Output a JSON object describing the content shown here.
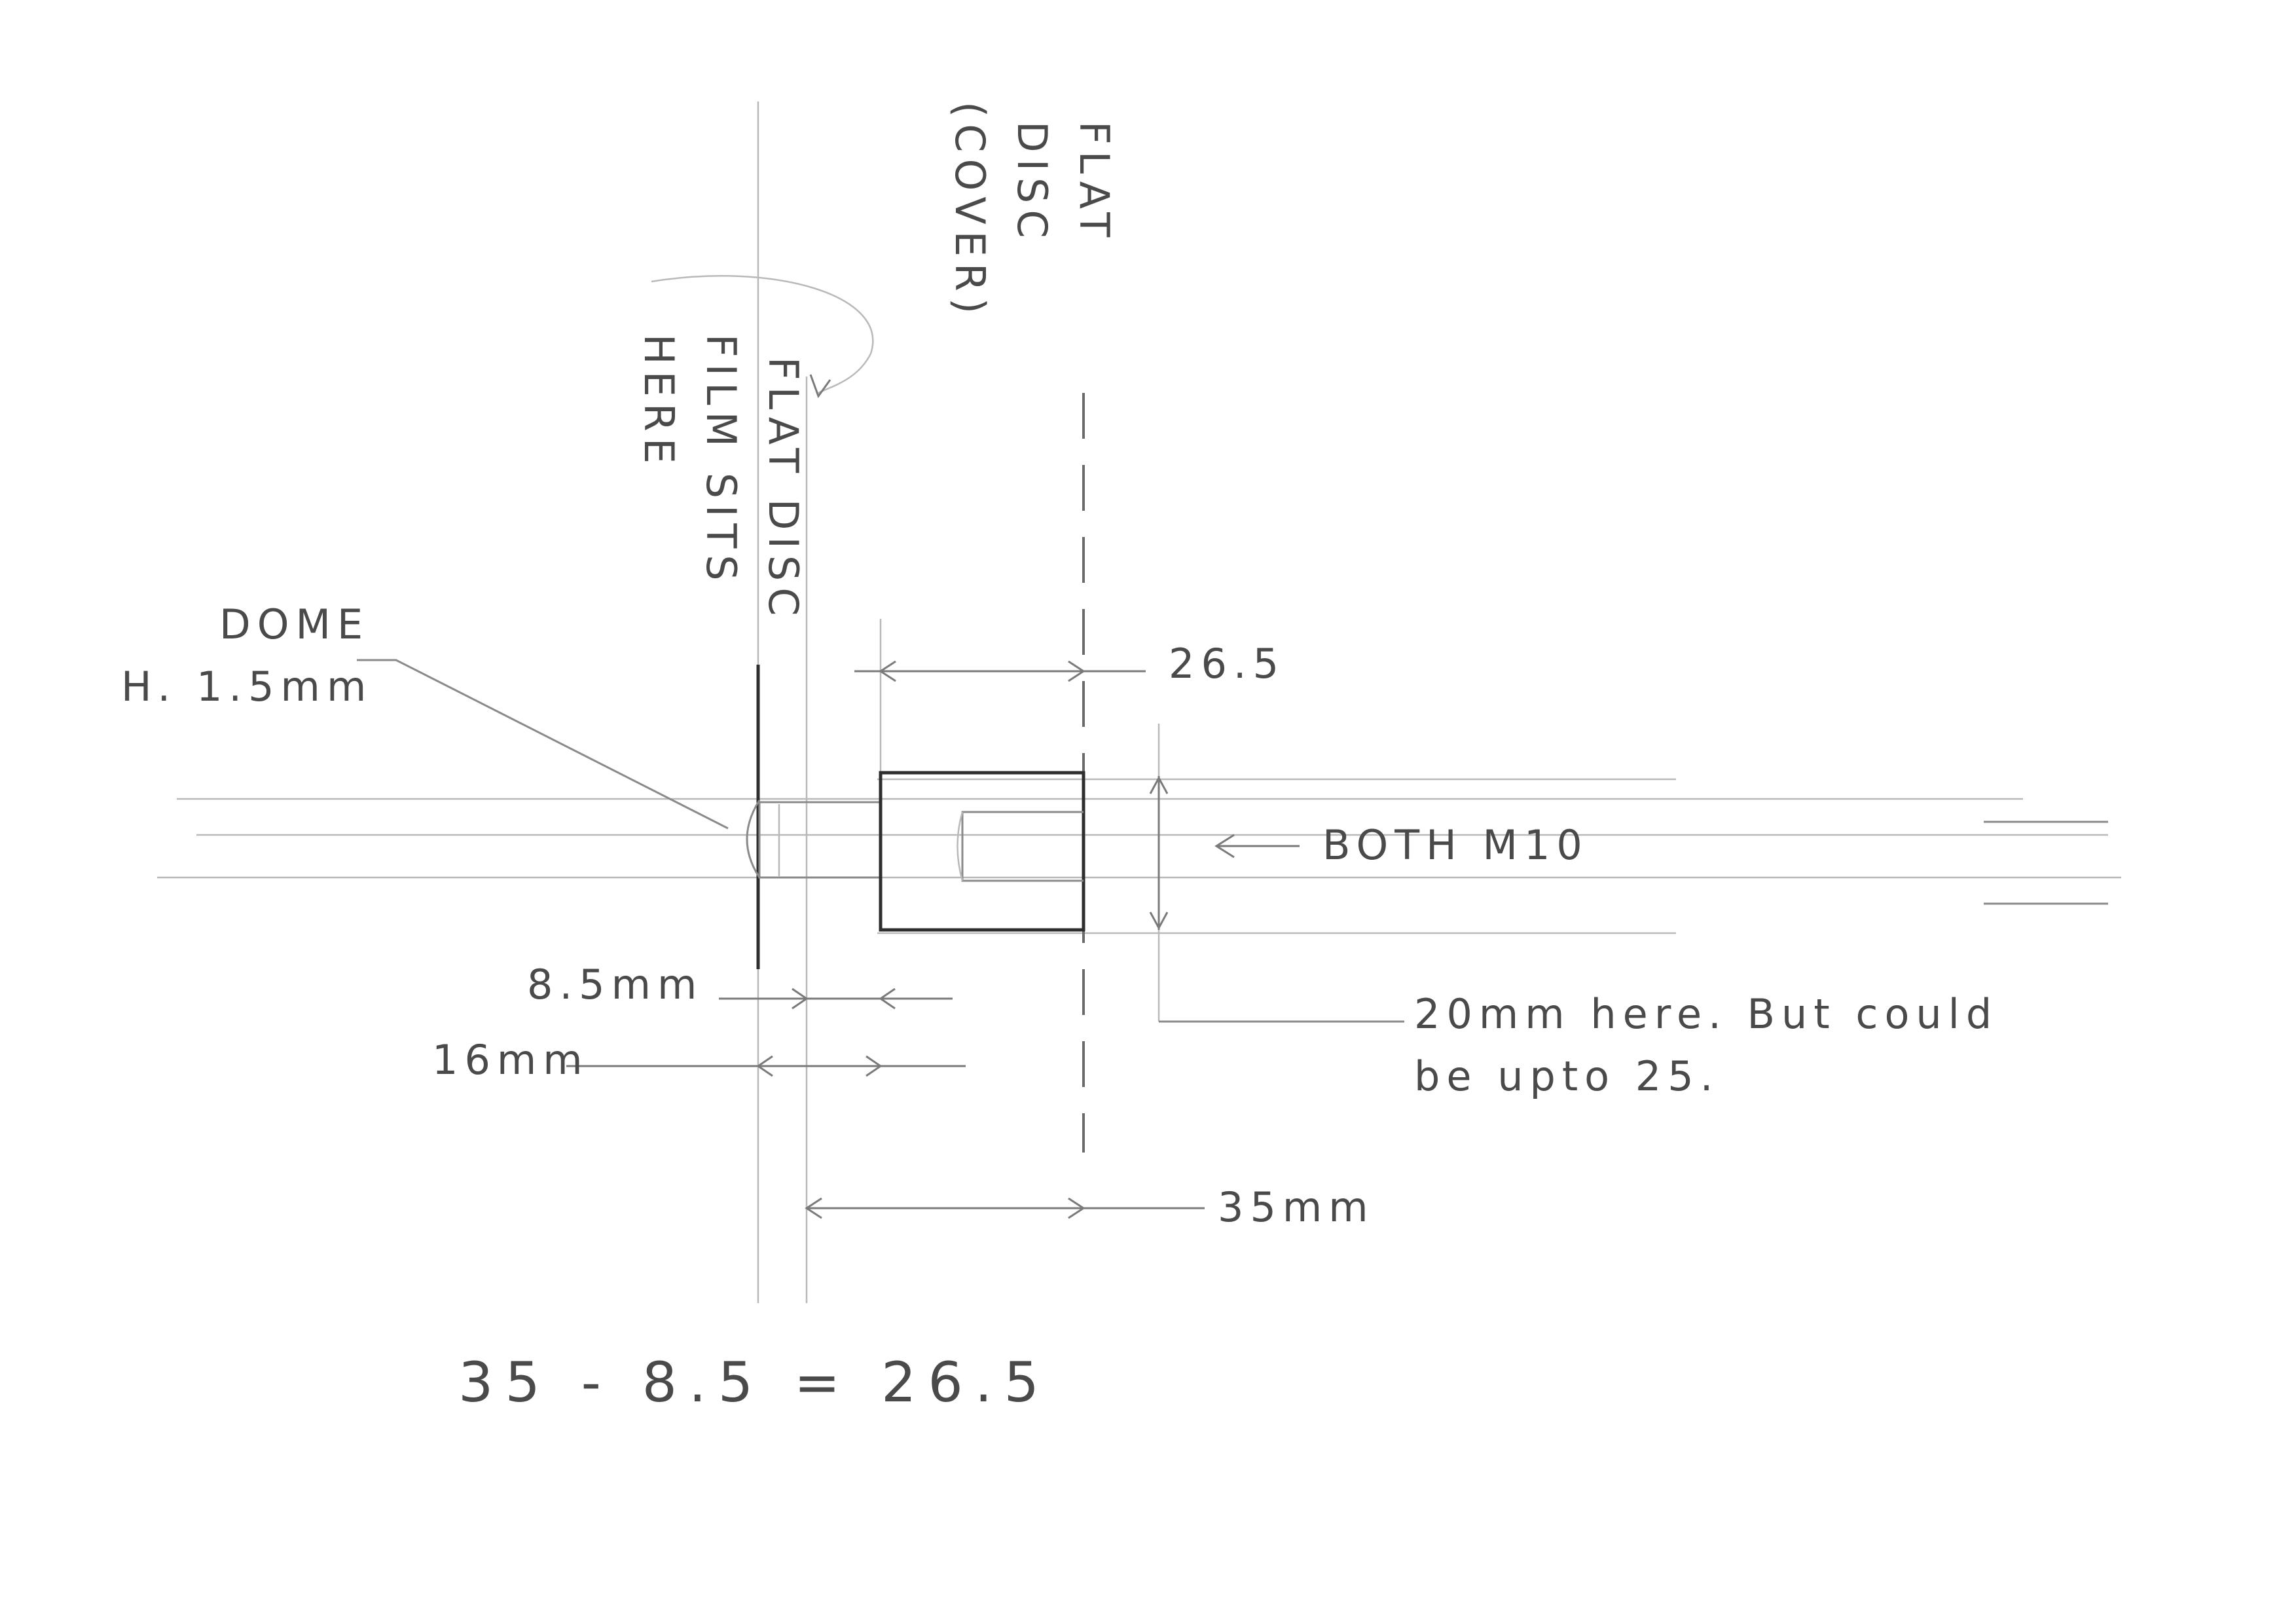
{
  "labels": {
    "flat_disc_cover_line1": "FLAT",
    "flat_disc_cover_line2": "DISC",
    "flat_disc_cover_line3": "(COVER)",
    "flat_disc": "FLAT DISC",
    "film_sits_line1": "FILM SITS",
    "film_sits_line2": "HERE",
    "dome_line1": "DOME",
    "dome_line2": "H. 1.5mm",
    "both_m10": "BOTH M10",
    "note_line1": "20mm here. But could",
    "note_line2": "be upto 25."
  },
  "dimensions": {
    "top": "26.5",
    "left_small": "8.5mm",
    "left_large": "16mm",
    "bottom": "35mm"
  },
  "equation": "35 - 8.5 = 26.5"
}
